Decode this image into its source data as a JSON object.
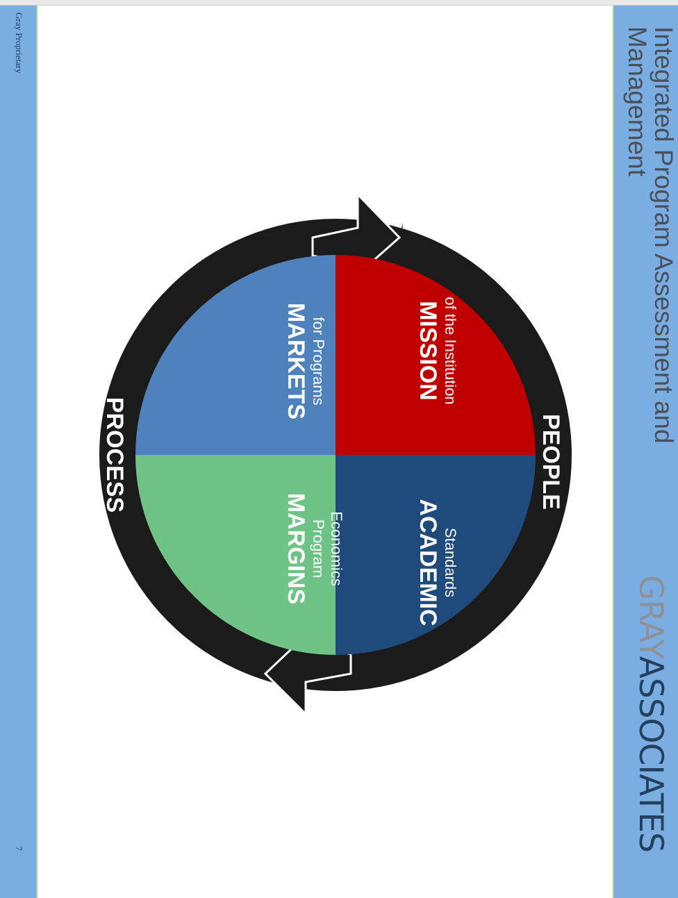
{
  "slide": {
    "title": "Integrated Program Assessment and Management",
    "footer_text": "Gray Proprietary",
    "page_number": "7"
  },
  "brand": {
    "gray": "GRAY",
    "associates": "ASSOCIATES"
  },
  "diagram": {
    "ring_labels": {
      "people": "PEOPLE",
      "process": "PROCESS"
    },
    "quadrants": {
      "mission": {
        "title": "MISSION",
        "sub1": "of the Institution",
        "sub2": "",
        "color": "#c00000"
      },
      "academic": {
        "title": "ACADEMIC",
        "sub1": "Standards",
        "sub2": "",
        "color": "#1f4a7c"
      },
      "markets": {
        "title": "MARKETS",
        "sub1": "for Programs",
        "sub2": "",
        "color": "#4f81bd"
      },
      "margins": {
        "title": "MARGINS",
        "sub1": "Program",
        "sub2": "Economics",
        "color": "#70c387"
      }
    },
    "ring_color": "#1b1b1b"
  },
  "colors": {
    "band": "#7aaee3",
    "band_edge": "#a8d08d",
    "title_text": "#4a4f5a",
    "brand_dark": "#23405f",
    "brand_gray": "#8e9197"
  }
}
